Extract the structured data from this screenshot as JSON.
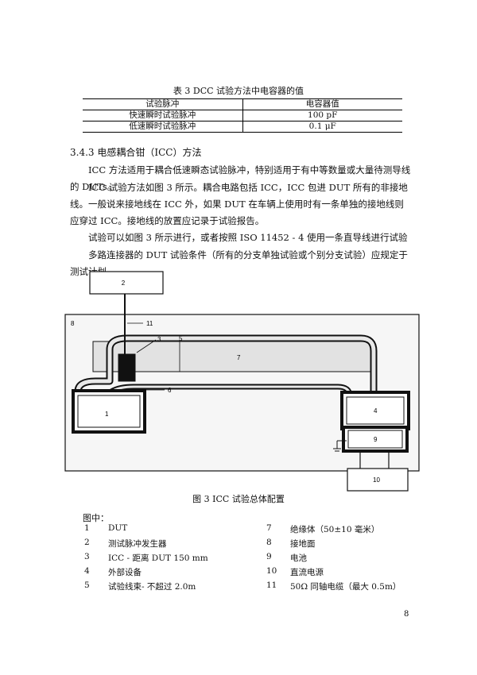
{
  "table3": {
    "caption": "表 3  DCC 试验方法中电容器的值",
    "headers": [
      "试验脉冲",
      "电容器值"
    ],
    "rows": [
      [
        "快速瞬时试验脉冲",
        "100 pF"
      ],
      [
        "低速瞬时试验脉冲",
        "0.1 μF"
      ]
    ]
  },
  "section": {
    "heading": "3.4.3 电感耦合钳（ICC）方法",
    "paragraphs": [
      "ICC 方法适用于耦合低速瞬态试验脉冲，特别适用于有中等数量或大量待测导线的 DUTs。",
      "ICC 试验方法如图 3 所示。耦合电路包括 ICC，ICC 包进 DUT 所有的非接地线。一般说来接地线在 ICC 外，如果 DUT 在车辆上使用时有一条单独的接地线则应穿过 ICC。接地线的放置应记录于试验报告。",
      "试验可以如图 3 所示进行，或者按照 ISO 11452 - 4 使用一条直导线进行试验",
      "多路连接器的 DUT 试验条件（所有的分支单独试验或个别分支试验）应规定于测试计划。"
    ]
  },
  "figure": {
    "labels": {
      "n1": "1",
      "n2": "2",
      "n3": "3",
      "n4": "4",
      "n5": "5",
      "n6": "6",
      "n7": "7",
      "n8": "8",
      "n9": "9",
      "n10": "10",
      "n11": "11"
    },
    "caption": "图 3  ICC 试验总体配置"
  },
  "legend": {
    "heading": "图中：",
    "items": [
      {
        "num": "1",
        "text": "DUT"
      },
      {
        "num": "2",
        "text": "测试脉冲发生器"
      },
      {
        "num": "3",
        "text": "ICC - 距离 DUT 150 mm"
      },
      {
        "num": "4",
        "text": "外部设备"
      },
      {
        "num": "5",
        "text": "试验线束- 不超过 2.0m"
      },
      {
        "num": "7",
        "text": "绝缘体（50±10 毫米）"
      },
      {
        "num": "8",
        "text": "接地面"
      },
      {
        "num": "9",
        "text": "电池"
      },
      {
        "num": "10",
        "text": "直流电源"
      },
      {
        "num": "11",
        "text": "50Ω 同轴电缆（最大 0.5m）"
      }
    ]
  },
  "page_number": "8"
}
